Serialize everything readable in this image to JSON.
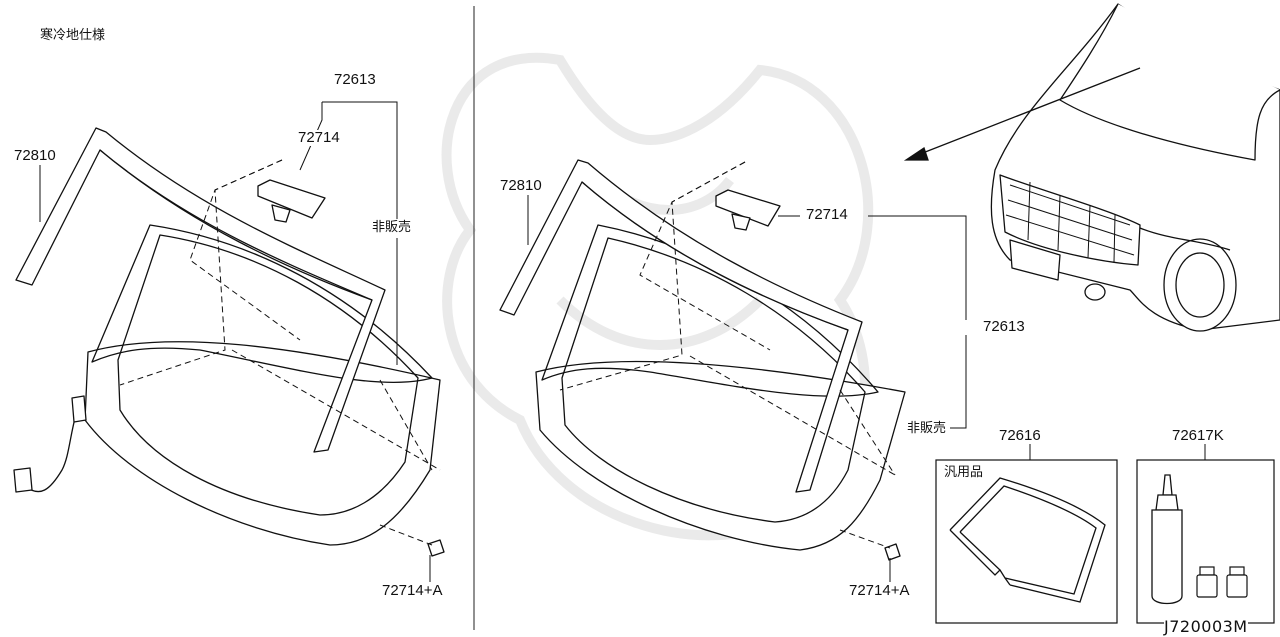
{
  "left_panel": {
    "note": "寒冷地仕様",
    "part_72613": "72613",
    "part_72714": "72714",
    "part_72810": "72810",
    "not_for_sale": "非販売",
    "part_72714a": "72714+A"
  },
  "right_panel": {
    "part_72810": "72810",
    "part_72714": "72714",
    "part_72613": "72613",
    "not_for_sale": "非販売",
    "part_72714a": "72714+A"
  },
  "box_72616": {
    "part": "72616",
    "note": "汎用品"
  },
  "box_72617k": {
    "part": "72617K"
  },
  "diagram_code": "J720003M",
  "colors": {
    "ink": "#111111",
    "watermark": "#e6e6e6"
  }
}
